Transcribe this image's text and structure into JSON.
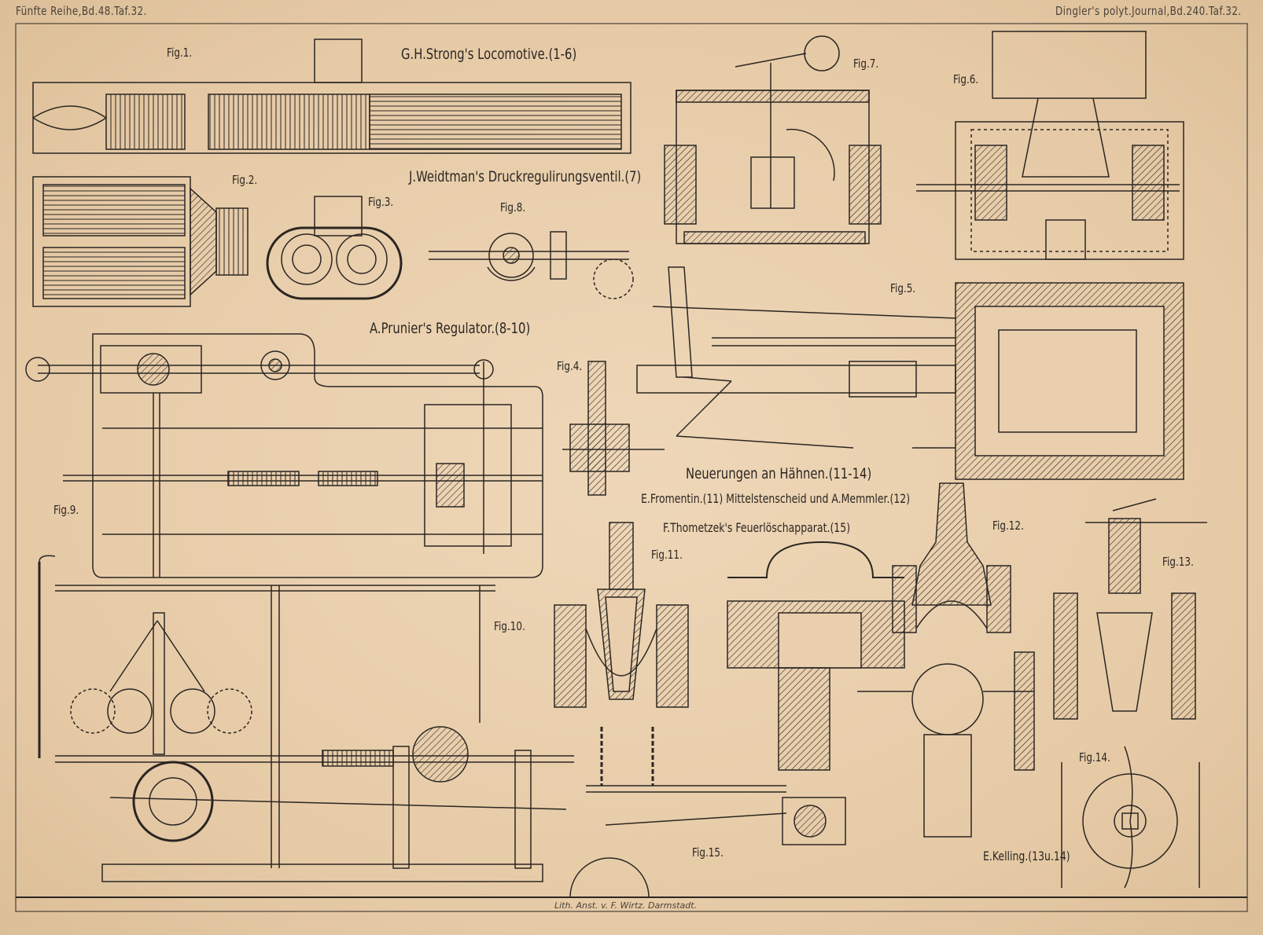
{
  "header": {
    "left": "Fünfte Reihe,Bd.48.Taf.32.",
    "right": "Dingler's polyt.Journal,Bd.240.Taf.32."
  },
  "titles": {
    "strong": "G.H.Strong's Locomotive.(1-6)",
    "weidtman": "J.Weidtman's Druckregulirungsventil.(7)",
    "prunier": "A.Prunier's Regulator.(8-10)",
    "neuerungen": "Neuerungen an Hähnen.(11-14)",
    "fromentin": "E.Fromentin.(11) Mittelstenscheid und A.Memmler.(12)",
    "thometzek": "F.Thometzek's Feuerlöschapparat.(15)",
    "kelling": "E.Kelling.(13u.14)"
  },
  "figures": [
    "Fig.1.",
    "Fig.2.",
    "Fig.3.",
    "Fig.4.",
    "Fig.5.",
    "Fig.6.",
    "Fig.7.",
    "Fig.8.",
    "Fig.9.",
    "Fig.10.",
    "Fig.11.",
    "Fig.12.",
    "Fig.13.",
    "Fig.14.",
    "Fig.15."
  ],
  "imprint": "Lith. Anst. v. F. Wirtz. Darmstadt."
}
